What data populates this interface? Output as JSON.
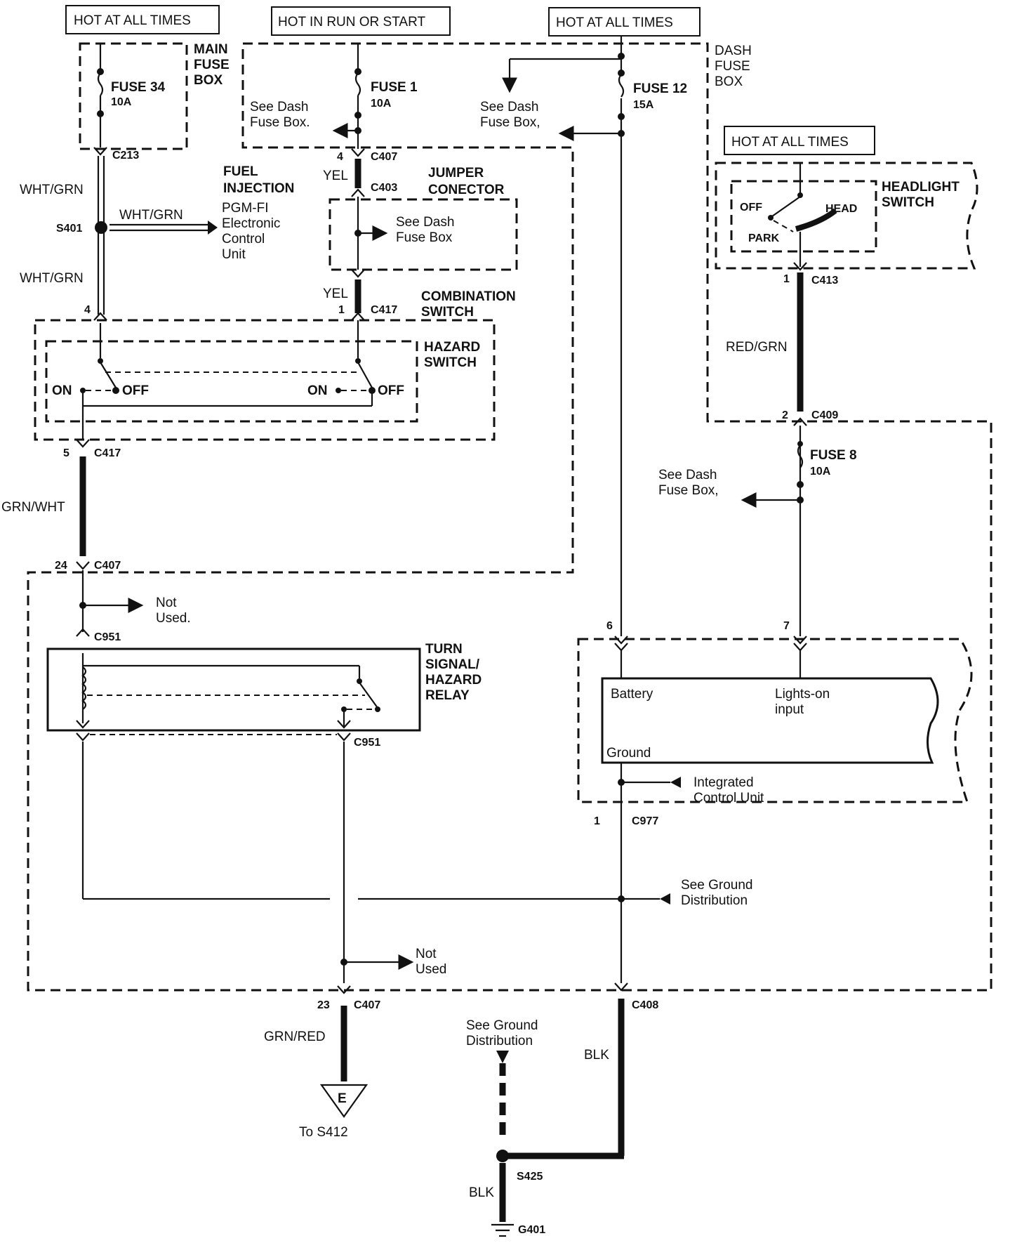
{
  "power_boxes": {
    "hot_left": "HOT AT ALL TIMES",
    "hot_run": "HOT IN RUN OR START",
    "hot_mid": "HOT AT ALL TIMES",
    "hot_right": "HOT AT ALL TIMES"
  },
  "fuse_boxes": {
    "main_l1": "MAIN",
    "main_l2": "FUSE",
    "main_l3": "BOX",
    "dash_l1": "DASH",
    "dash_l2": "FUSE",
    "dash_l3": "BOX"
  },
  "fuses": {
    "f34_name": "FUSE 34",
    "f34_amp": "10A",
    "f1_name": "FUSE 1",
    "f1_amp": "10A",
    "f12_name": "FUSE 12",
    "f12_amp": "15A",
    "f8_name": "FUSE 8",
    "f8_amp": "10A"
  },
  "refs": {
    "see_dash_1a": "See Dash",
    "see_dash_1b": "Fuse Box.",
    "see_dash_2a": "See Dash",
    "see_dash_2b": "Fuse Box,",
    "see_dash_3a": "See Dash",
    "see_dash_3b": "Fuse Box",
    "see_dash_4a": "See Dash",
    "see_dash_4b": "Fuse Box,",
    "not_used_1a": "Not",
    "not_used_1b": "Used.",
    "not_used_2a": "Not",
    "not_used_2b": "Used",
    "ground_dist_1a": "See Ground",
    "ground_dist_1b": "Distribution",
    "ground_dist_2a": "See Ground",
    "ground_dist_2b": "Distribution",
    "to_s412": "To S412",
    "e_symbol": "E"
  },
  "connectors": {
    "c213": "C213",
    "c407a": "C407",
    "c403": "C403",
    "c417a": "C417",
    "c417b": "C417",
    "c407b": "C407",
    "c951a": "C951",
    "c951b": "C951",
    "c407c": "C407",
    "c408": "C408",
    "c413": "C413",
    "c409": "C409",
    "c977": "C977",
    "s401": "S401",
    "s425": "S425",
    "g401": "G401"
  },
  "pins": {
    "p4a": "4",
    "p4b": "4",
    "p1a": "1",
    "p5": "5",
    "p24": "24",
    "p23": "23",
    "p1c413": "1",
    "p2c409": "2",
    "p6": "6",
    "p7": "7",
    "p1c977": "1"
  },
  "wires": {
    "wht_grn_1": "WHT/GRN",
    "wht_grn_2": "WHT/GRN",
    "wht_grn_3": "WHT/GRN",
    "yel_1": "YEL",
    "yel_2": "YEL",
    "grn_wht": "GRN/WHT",
    "red_grn": "RED/GRN",
    "grn_red": "GRN/RED",
    "blk_1": "BLK",
    "blk_2": "BLK"
  },
  "components": {
    "fuel_l1": "FUEL",
    "fuel_l2": "INJECTION",
    "pgm_l1": "PGM-FI",
    "pgm_l2": "Electronic",
    "pgm_l3": "Control",
    "pgm_l4": "Unit",
    "jumper_l1": "JUMPER",
    "jumper_l2": "CONECTOR",
    "combo_l1": "COMBINATION",
    "combo_l2": "SWITCH",
    "hazard_l1": "HAZARD",
    "hazard_l2": "SWITCH",
    "on_1": "ON",
    "off_1": "OFF",
    "on_2": "ON",
    "off_2": "OFF",
    "turn_l1": "TURN",
    "turn_l2": "SIGNAL/",
    "turn_l3": "HAZARD",
    "turn_l4": "RELAY",
    "headlight_l1": "HEADLIGHT",
    "headlight_l2": "SWITCH",
    "hl_off": "OFF",
    "hl_head": "HEAD",
    "hl_park": "PARK",
    "icu_battery": "Battery",
    "icu_lights_l1": "Lights-on",
    "icu_lights_l2": "input",
    "icu_ground": "Ground",
    "icu_l1": "Integrated",
    "icu_l2": "Control Unit"
  }
}
